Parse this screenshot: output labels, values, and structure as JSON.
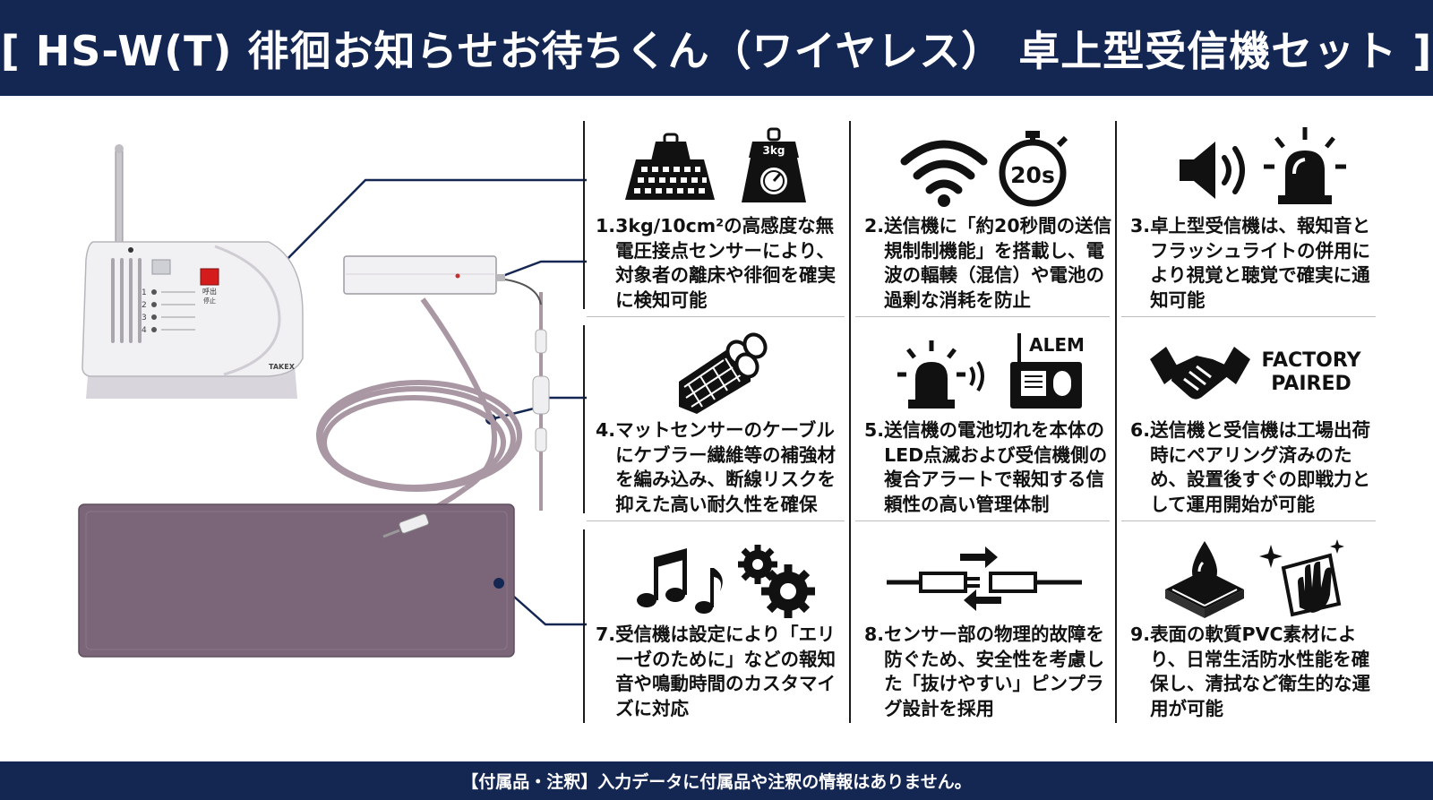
{
  "header": {
    "title": "[ HS-W(T) 徘徊お知らせお待ちくん（ワイヤレス） 卓上型受信機セット ]"
  },
  "product": {
    "receiver_brand": "TAKEX",
    "receiver_button_label": "呼出 停止",
    "receiver_channels": [
      "1",
      "2",
      "3",
      "4"
    ]
  },
  "features": [
    {
      "num": "1.",
      "text": "3kg/10cm²の高感度な無電圧接点センサーにより、対象者の離床や徘徊を確実に検知可能",
      "icon_left": "weight-on-mat-icon",
      "icon_right": "scale-icon",
      "icon_label": "3kg"
    },
    {
      "num": "2.",
      "text": "送信機に「約20秒間の送信規制制機能」を搭載し、電波の輻輳（混信）や電池の過剰な消耗を防止",
      "icon_left": "wifi-icon",
      "icon_right": "stopwatch-icon",
      "icon_label": "20s"
    },
    {
      "num": "3.",
      "text": "卓上型受信機は、報知音とフラッシュライトの併用により視覚と聴覚で確実に通知可能",
      "icon_left": "speaker-icon",
      "icon_right": "siren-light-icon"
    },
    {
      "num": "4.",
      "text": "マットセンサーのケーブルにケブラー繊維等の補強材を編み込み、断線リスクを抑えた高い耐久性を確保",
      "icon_left": "braided-cable-icon"
    },
    {
      "num": "5.",
      "text": "送信機の電池切れを本体のLED点滅および受信機側の複合アラートで報知する信頼性の高い管理体制",
      "icon_left": "alarm-light-icon",
      "icon_right": "receiver-unit-icon",
      "icon_label": "ALEM"
    },
    {
      "num": "6.",
      "text": "送信機と受信機は工場出荷時にペアリング済みのため、設置後すぐの即戦力として運用開始が可能",
      "icon_left": "handshake-icon",
      "icon_label_1": "FACTORY",
      "icon_label_2": "PAIRED"
    },
    {
      "num": "7.",
      "text": "受信機は設定により「エリーゼのために」などの報知音や鳴動時間のカスタマイズに対応",
      "icon_left": "music-notes-icon",
      "icon_right": "gears-icon"
    },
    {
      "num": "8.",
      "text": "センサー部の物理的故障を防ぐため、安全性を考慮した「抜けやすい」ピンプラグ設計を採用",
      "icon_left": "plug-disconnect-icon"
    },
    {
      "num": "9.",
      "text": "表面の軟質PVC素材により、日常生活防水性能を確保し、清拭など衛生的な運用が可能",
      "icon_left": "waterproof-layer-icon",
      "icon_right": "wiping-hand-icon"
    }
  ],
  "footer": {
    "note": "【付属品・注釈】入力データに付属品や注釈の情報はありません。"
  },
  "colors": {
    "navy": "#142652",
    "mat": "#7a6678",
    "receiver": "#eceaef",
    "cable": "#a997a4"
  }
}
